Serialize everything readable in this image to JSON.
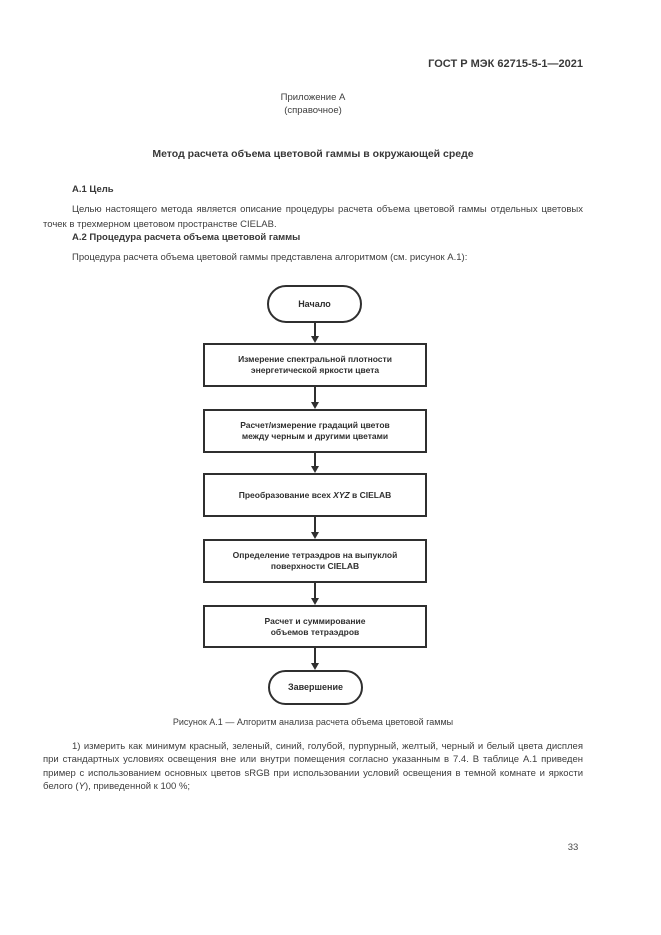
{
  "page": {
    "header": "ГОСТ Р МЭК 62715-5-1—2021",
    "annex_label": "Приложение А",
    "annex_type": "(справочное)",
    "title": "Метод расчета объема цветовой гаммы в окружающей среде",
    "page_number": "33"
  },
  "sections": [
    {
      "heading": "А.1 Цель",
      "paragraph": "Целью настоящего метода является описание процедуры расчета объема цветовой гаммы отдельных цветовых точек в трехмерном цветовом пространстве CIELAB."
    },
    {
      "heading": "А.2 Процедура расчета объема цветовой гаммы",
      "paragraph": "Процедура расчета объема цветовой гаммы представлена алгоритмом (см. рисунок А.1):"
    }
  ],
  "flowchart": {
    "start_label": "Начало",
    "steps": [
      {
        "lines": [
          "Измерение спектральной плотности",
          "энергетической яркости цвета"
        ]
      },
      {
        "lines": [
          "Расчет/измерение градаций цветов",
          "между черным и другими цветами"
        ]
      },
      {
        "pre": "Преобразование всех ",
        "var": "XYZ",
        "post": " в CIELAB"
      },
      {
        "lines": [
          "Определение тетраэдров на выпуклой",
          "поверхности CIELAB"
        ]
      },
      {
        "lines": [
          "Расчет и суммирование",
          "объемов тетраэдров"
        ]
      }
    ],
    "end_label": "Завершение",
    "caption": "Рисунок А.1 — Алгоритм анализа расчета объема цветовой гаммы"
  },
  "list_item": {
    "pre": "1) измерить как минимум красный, зеленый, синий, голубой, пурпурный, желтый, черный и белый цвета дисплея при стандартных условиях освещения вне или внутри помещения согласно указанным в 7.4. В таблице А.1 приведен пример с использованием основных цветов sRGB при использовании условий освещения в темной комнате и яркости белого (",
    "var": "Y",
    "post": "), приведенной к 100 %;"
  },
  "colors": {
    "text": "#3d3d3d",
    "line": "#2f2f2f",
    "background": "#ffffff"
  }
}
